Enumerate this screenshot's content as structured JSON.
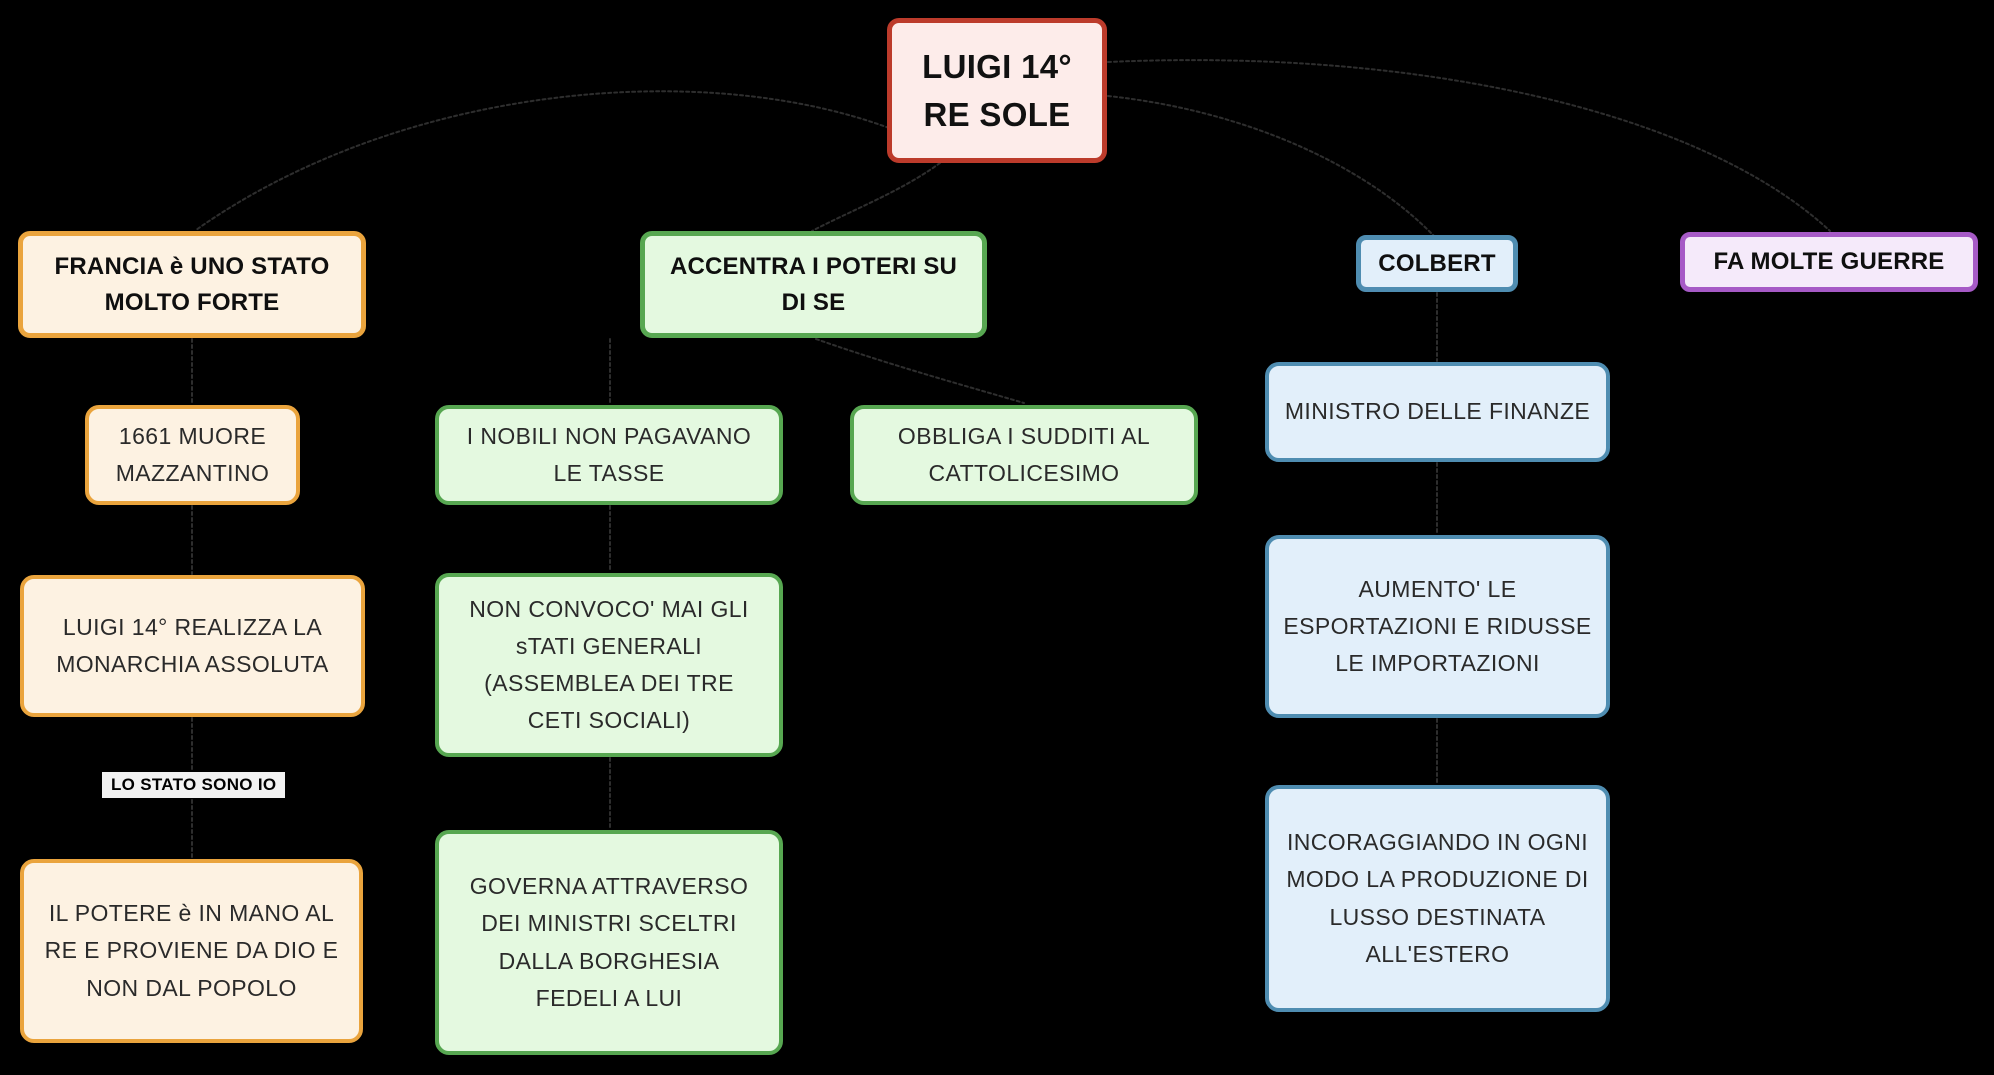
{
  "palette": {
    "background": "#000000",
    "connector": "#2e2e2e",
    "red_border": "#bc3b2b",
    "red_fill": "#fdecea",
    "orange_border": "#eaa43d",
    "orange_fill": "#fdf2e2",
    "green_border": "#57a751",
    "green_fill": "#e4f9e0",
    "blue_border": "#4f8db1",
    "blue_fill": "#e2effa",
    "purple_border": "#a65ac6",
    "purple_fill": "#f5eafa",
    "quote_bg": "#f2f2f2",
    "text": "#2a2a2a"
  },
  "root": {
    "line1": "LUIGI  14°",
    "line2": "RE SOLE"
  },
  "branches": [
    {
      "label": "FRANCIA è UNO STATO MOLTO FORTE",
      "children": [
        "1661 MUORE MAZZANTINO",
        "LUIGI 14° REALIZZA LA MONARCHIA ASSOLUTA",
        "LO STATO SONO IO",
        "IL POTERE è IN MANO AL RE E PROVIENE DA DIO E NON DAL POPOLO"
      ]
    },
    {
      "label": "ACCENTRA I POTERI SU DI SE",
      "children": [
        "I NOBILI NON PAGAVANO LE TASSE",
        "NON CONVOCO' MAI GLI sTATI GENERALI (ASSEMBLEA DEI TRE CETI SOCIALI)",
        "GOVERNA ATTRAVERSO DEI MINISTRI  SCELTRI DALLA BORGHESIA FEDELI A LUI",
        "OBBLIGA I SUDDITI AL CATTOLICESIMO"
      ]
    },
    {
      "label": "COLBERT",
      "children": [
        "MINISTRO DELLE FINANZE",
        "AUMENTO' LE ESPORTAZIONI E RIDUSSE LE IMPORTAZIONI",
        "INCORAGGIANDO IN OGNI MODO LA PRODUZIONE DI LUSSO DESTINATA ALL'ESTERO"
      ]
    },
    {
      "label": "FA MOLTE GUERRE",
      "children": []
    }
  ]
}
